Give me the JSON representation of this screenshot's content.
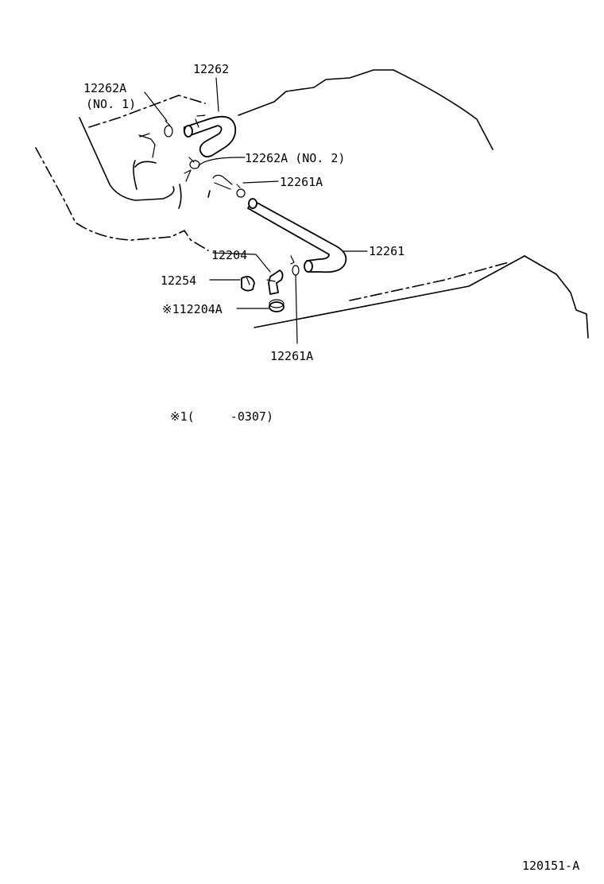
{
  "labels": {
    "p12262": "12262",
    "p12262A_1": "12262A",
    "p12262A_1_sub": "(NO. 1)",
    "p12262A_2": "12262A (NO. 2)",
    "p12261A_top": "12261A",
    "p12261": "12261",
    "p12204": "12204",
    "p12254": "12254",
    "p12204A": "※112204A",
    "p12261A_bottom": "12261A"
  },
  "footnote": "※1(     -0307)",
  "diagram_id": "120151-A"
}
